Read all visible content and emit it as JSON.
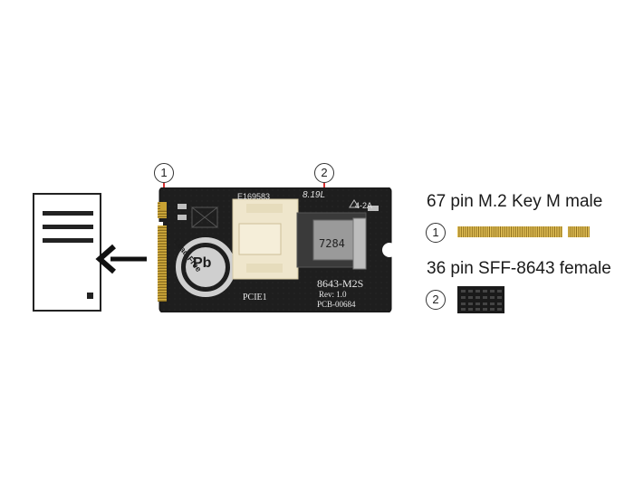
{
  "callouts": {
    "one": "1",
    "two": "2"
  },
  "board_labels": {
    "top_code": "E169583",
    "top_code2": "8.19L",
    "cap_label": "4-2A",
    "connector_code": "7284",
    "model": "8643-M2S",
    "revision": "Rev: 1.0",
    "pcb": "PCB-00684",
    "slot": "PCIE1",
    "lead_free": "Lead-Free",
    "pb": "Pb"
  },
  "legend": {
    "item1_title": "67 pin M.2 Key M male",
    "item1_num": "1",
    "item2_title": "36 pin SFF-8643 female",
    "item2_num": "2"
  },
  "colors": {
    "board": "#1c1c1c",
    "gold": "#c9a233",
    "connector": "#efe6cc",
    "leader": "#d43030"
  }
}
